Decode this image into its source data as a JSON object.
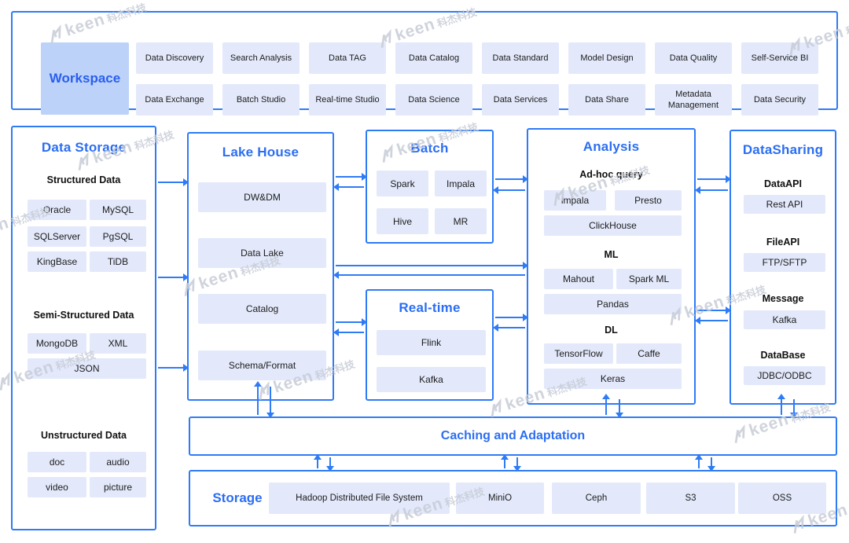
{
  "workspace": {
    "title": "Workspace",
    "modules": [
      "Data Discovery",
      "Search Analysis",
      "Data TAG",
      "Data Catalog",
      "Data Standard",
      "Model Design",
      "Data Quality",
      "Self-Service BI",
      "Data Exchange",
      "Batch Studio",
      "Real-time Studio",
      "Data Science",
      "Data Services",
      "Data Share",
      "Metadata Management",
      "Data Security"
    ]
  },
  "data_storage": {
    "title": "Data Storage",
    "structured": {
      "label": "Structured Data",
      "items": [
        "Oracle",
        "MySQL",
        "SQLServer",
        "PgSQL",
        "KingBase",
        "TiDB"
      ]
    },
    "semi_structured": {
      "label": "Semi-Structured Data",
      "items": [
        "MongoDB",
        "XML"
      ],
      "wide": "JSON"
    },
    "unstructured": {
      "label": "Unstructured Data",
      "items": [
        "doc",
        "audio",
        "video",
        "picture"
      ]
    }
  },
  "lake_house": {
    "title": "Lake House",
    "items": [
      "DW&DM",
      "Data Lake",
      "Catalog",
      "Schema/Format"
    ]
  },
  "batch": {
    "title": "Batch",
    "items": [
      "Spark",
      "Impala",
      "Hive",
      "MR"
    ]
  },
  "realtime": {
    "title": "Real-time",
    "items": [
      "Flink",
      "Kafka"
    ]
  },
  "analysis": {
    "title": "Analysis",
    "adhoc": {
      "label": "Ad-hoc query",
      "row": [
        "impala",
        "Presto"
      ],
      "wide": "ClickHouse"
    },
    "ml": {
      "label": "ML",
      "row": [
        "Mahout",
        "Spark ML"
      ],
      "wide": "Pandas"
    },
    "dl": {
      "label": "DL",
      "row": [
        "TensorFlow",
        "Caffe"
      ],
      "wide": "Keras"
    }
  },
  "data_sharing": {
    "title": "DataSharing",
    "groups": [
      {
        "label": "DataAPI",
        "item": "Rest API"
      },
      {
        "label": "FileAPI",
        "item": "FTP/SFTP"
      },
      {
        "label": "Message",
        "item": "Kafka"
      },
      {
        "label": "DataBase",
        "item": "JDBC/ODBC"
      }
    ]
  },
  "caching": {
    "title": "Caching and Adaptation"
  },
  "storage": {
    "title": "Storage",
    "items": [
      "Hadoop Distributed File System",
      "MiniO",
      "Ceph",
      "S3",
      "OSS"
    ]
  },
  "watermark": {
    "brand": "keen",
    "cjk": "科杰科技"
  },
  "colors": {
    "accent": "#2E7BF6",
    "title": "#2B6EF2",
    "box_fill": "#E3E9FB",
    "workspace_fill": "#BCD2F8",
    "watermark": "#C7CCD7"
  }
}
